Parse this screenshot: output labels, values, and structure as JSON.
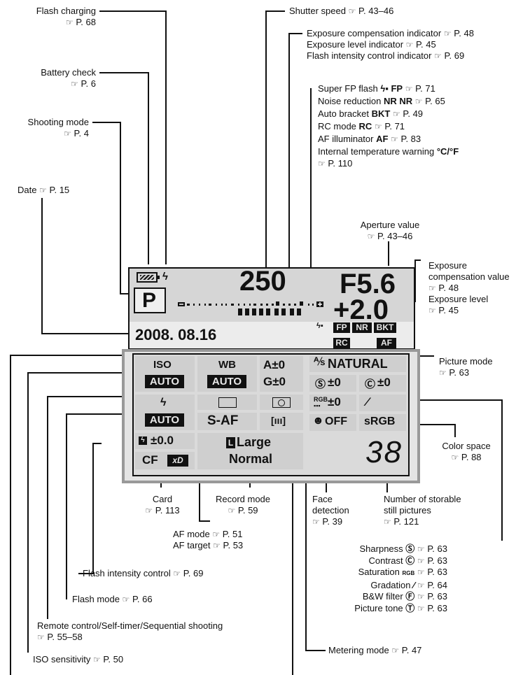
{
  "labels": {
    "flash_charging": "Flash charging",
    "flash_charging_ref": "P. 68",
    "battery_check": "Battery check",
    "battery_check_ref": "P. 6",
    "shooting_mode": "Shooting mode",
    "shooting_mode_ref": "P. 4",
    "date": "Date",
    "date_ref": "P. 15",
    "shutter_speed": "Shutter speed",
    "shutter_speed_ref": "P. 43–46",
    "exp_comp_indicator": "Exposure compensation indicator",
    "exp_comp_indicator_ref": "P. 48",
    "exp_level_indicator": "Exposure level indicator",
    "exp_level_indicator_ref": "P. 45",
    "flash_intensity_indicator": "Flash intensity control indicator",
    "flash_intensity_indicator_ref": "P. 69",
    "super_fp": "Super FP flash",
    "super_fp_ref": "P. 71",
    "noise_reduction": "Noise reduction",
    "noise_reduction_ref": "P. 65",
    "auto_bracket": "Auto bracket",
    "auto_bracket_ref": "P. 49",
    "rc_mode": "RC mode",
    "rc_mode_ref": "P. 71",
    "af_illuminator": "AF illuminator",
    "af_illuminator_ref": "P. 83",
    "internal_temp": "Internal temperature warning",
    "internal_temp_unit": "°C/°F",
    "internal_temp_ref": "P. 110",
    "aperture_value": "Aperture value",
    "aperture_value_ref": "P. 43–46",
    "exp_comp_value_1": "Exposure",
    "exp_comp_value_2": "compensation value",
    "exp_comp_value_ref": "P. 48",
    "exposure_level": "Exposure level",
    "exposure_level_ref": "P. 45",
    "picture_mode": "Picture mode",
    "picture_mode_ref": "P. 63",
    "color_space": "Color space",
    "color_space_ref": "P. 88",
    "card": "Card",
    "card_ref": "P. 113",
    "record_mode": "Record mode",
    "record_mode_ref": "P. 59",
    "face_detection_1": "Face",
    "face_detection_2": "detection",
    "face_detection_ref": "P. 39",
    "storable_1": "Number of storable",
    "storable_2": "still pictures",
    "storable_ref": "P. 121",
    "af_mode": "AF mode",
    "af_mode_ref": "P. 51",
    "af_target": "AF target",
    "af_target_ref": "P. 53",
    "sharpness": "Sharpness",
    "sharpness_ref": "P. 63",
    "contrast": "Contrast",
    "contrast_ref": "P. 63",
    "saturation": "Saturation",
    "saturation_ref": "P. 63",
    "gradation": "Gradation",
    "gradation_ref": "P. 64",
    "bw_filter": "B&W filter",
    "bw_filter_ref": "P. 63",
    "picture_tone": "Picture tone",
    "picture_tone_ref": "P. 63",
    "flash_intensity": "Flash intensity control",
    "flash_intensity_ref": "P. 69",
    "flash_mode": "Flash mode",
    "flash_mode_ref": "P. 66",
    "remote": "Remote control/Self-timer/Sequential shooting",
    "remote_ref": "P. 55–58",
    "metering_mode": "Metering mode",
    "metering_mode_ref": "P. 47",
    "iso_sensitivity": "ISO sensitivity",
    "iso_sensitivity_ref": "P. 50"
  },
  "lcd": {
    "shutter": "250",
    "aperture": "F5.6",
    "exp_comp": "+2.0",
    "mode": "P",
    "date": "2008. 08.16",
    "fp": "FP",
    "nr": "NR",
    "bkt": "BKT",
    "rc": "RC",
    "af": "AF"
  },
  "ctrl": {
    "iso_label": "ISO",
    "iso_value": "AUTO",
    "wb_label": "WB",
    "wb_value": "AUTO",
    "wb_a": "A±0",
    "wb_g": "G±0",
    "picture_mode": "NATURAL",
    "sharpness": "±0",
    "contrast": "±0",
    "saturation": "±0",
    "flash_value": "AUTO",
    "af_mode": "S-AF",
    "af_target": "[ııı]",
    "flash_comp": "±0.0",
    "record_1": "Large",
    "record_2": "Normal",
    "face": "OFF",
    "color_space": "sRGB",
    "card": "CF",
    "storable": "38"
  },
  "ref_icon": "☞"
}
